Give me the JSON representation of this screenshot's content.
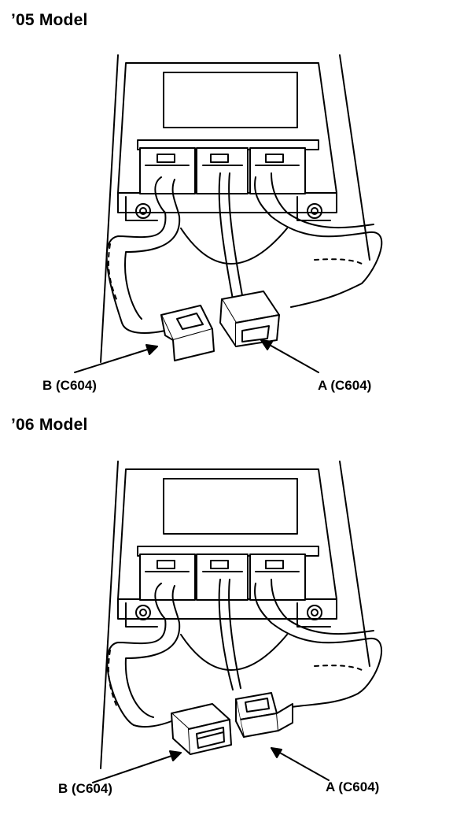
{
  "panels": [
    {
      "heading": "’05 Model",
      "callout_b": "B (C604)",
      "callout_a": "A (C604)"
    },
    {
      "heading": "’06 Model",
      "callout_b": "B (C604)",
      "callout_a": "A (C604)"
    }
  ],
  "colors": {
    "line": "#000000",
    "paper": "#ffffff"
  }
}
